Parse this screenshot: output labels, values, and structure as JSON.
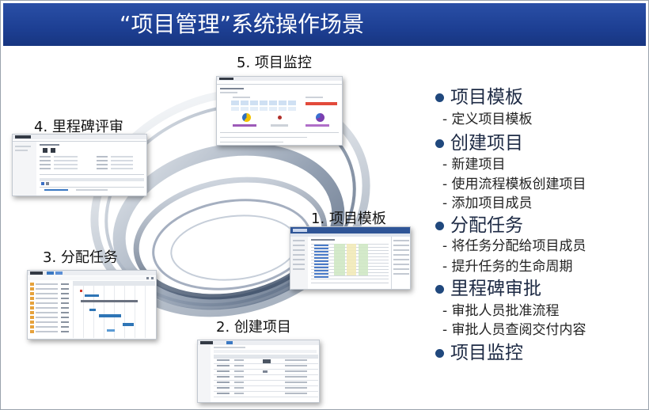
{
  "title": "“项目管理”系统操作场景",
  "steps": {
    "monitor": "5. 项目监控",
    "milestone": "4. 里程碑评审",
    "template": "1. 项目模板",
    "assign": "3. 分配任务",
    "create": "2. 创建项目"
  },
  "bullets": [
    {
      "heading": "项目模板",
      "items": [
        "- 定义项目模板"
      ]
    },
    {
      "heading": "创建项目",
      "items": [
        "- 新建项目",
        "- 使用流程模板创建项目",
        "- 添加项目成员"
      ]
    },
    {
      "heading": "分配任务",
      "items": [
        "- 将任务分配给项目成员",
        "- 提升任务的生命周期"
      ]
    },
    {
      "heading": "里程碑审批",
      "items": [
        "- 审批人员批准流程",
        "- 审批人员查阅交付内容"
      ]
    },
    {
      "heading": "项目监控",
      "items": []
    }
  ],
  "colors": {
    "header": "#1d3f93",
    "bullet": "#20487d",
    "heading": "#1d2a44",
    "sub": "#222222"
  }
}
